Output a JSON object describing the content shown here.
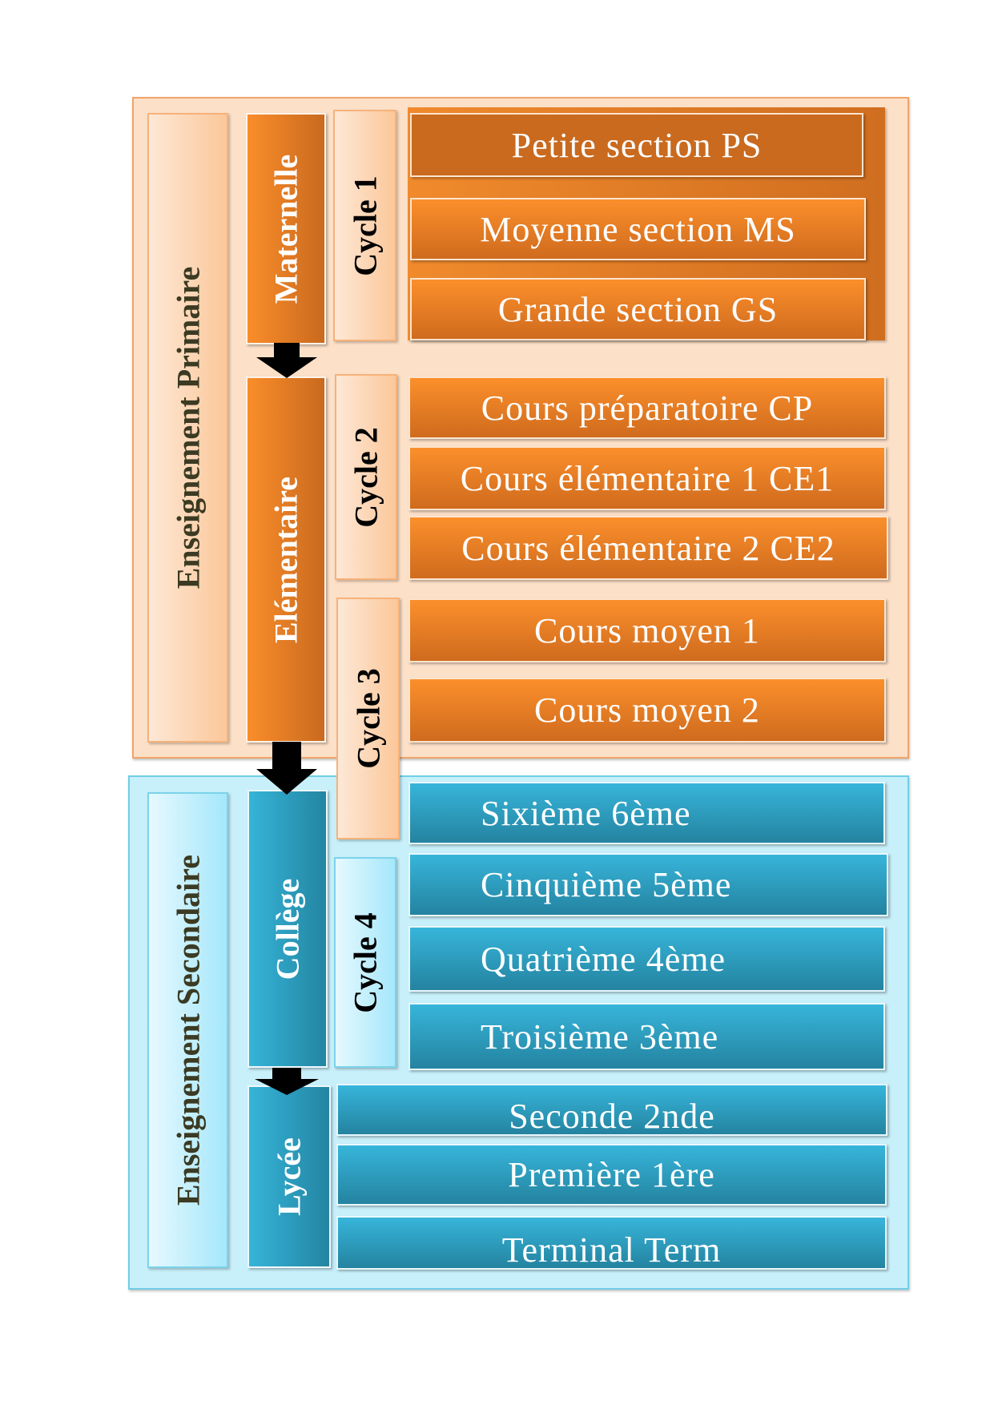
{
  "primaire": {
    "title": "Enseignement Primaire",
    "stages": [
      {
        "label": "Maternelle"
      },
      {
        "label": "Elémentaire"
      }
    ],
    "cycles": [
      "Cycle 1",
      "Cycle 2",
      "Cycle 3"
    ],
    "classes": [
      "Petite section PS",
      "Moyenne section MS",
      "Grande section GS",
      "Cours préparatoire CP",
      "Cours élémentaire 1 CE1",
      "Cours élémentaire 2 CE2",
      "Cours moyen 1",
      "Cours moyen 2"
    ]
  },
  "secondaire": {
    "title": "Enseignement Secondaire",
    "stages": [
      {
        "label": "Collège"
      },
      {
        "label": "Lycée"
      }
    ],
    "cycles": [
      "Cycle 4"
    ],
    "classes": [
      "Sixième 6ème",
      "Cinquième 5ème",
      "Quatrième 4ème",
      "Troisième 3ème",
      "Seconde 2nde",
      "Première 1ère",
      "Terminal Term"
    ]
  },
  "colors": {
    "orange": "#fb8f2b",
    "blue": "#37b5da",
    "text_dark": "#3b3a22"
  }
}
